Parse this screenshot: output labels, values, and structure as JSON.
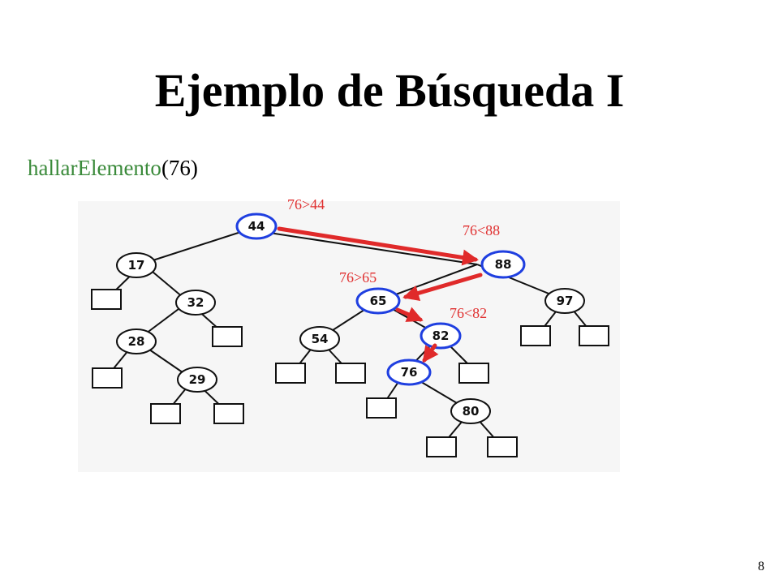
{
  "slide": {
    "title": "Ejemplo de Búsqueda I",
    "call_fn": "hallarElemento",
    "call_arg": "(76)",
    "page_number": "8"
  },
  "comparisons": [
    "76>44",
    "76<88",
    "76>65",
    "76<82"
  ],
  "tree": {
    "nodes": [
      {
        "id": "n44",
        "label": "44",
        "on_path": true
      },
      {
        "id": "n17",
        "label": "17",
        "on_path": false
      },
      {
        "id": "n32",
        "label": "32",
        "on_path": false
      },
      {
        "id": "n28",
        "label": "28",
        "on_path": false
      },
      {
        "id": "n29",
        "label": "29",
        "on_path": false
      },
      {
        "id": "n88",
        "label": "88",
        "on_path": true
      },
      {
        "id": "n65",
        "label": "65",
        "on_path": true
      },
      {
        "id": "n97",
        "label": "97",
        "on_path": false
      },
      {
        "id": "n54",
        "label": "54",
        "on_path": false
      },
      {
        "id": "n82",
        "label": "82",
        "on_path": true
      },
      {
        "id": "n76",
        "label": "76",
        "on_path": true
      },
      {
        "id": "n80",
        "label": "80",
        "on_path": false
      }
    ]
  },
  "colors": {
    "path_node_stroke": "#1f3fe0",
    "normal_node_stroke": "#111111",
    "arrow": "#e02a2a",
    "comparison_text": "#e03030",
    "function_name": "#3a8a3a"
  }
}
